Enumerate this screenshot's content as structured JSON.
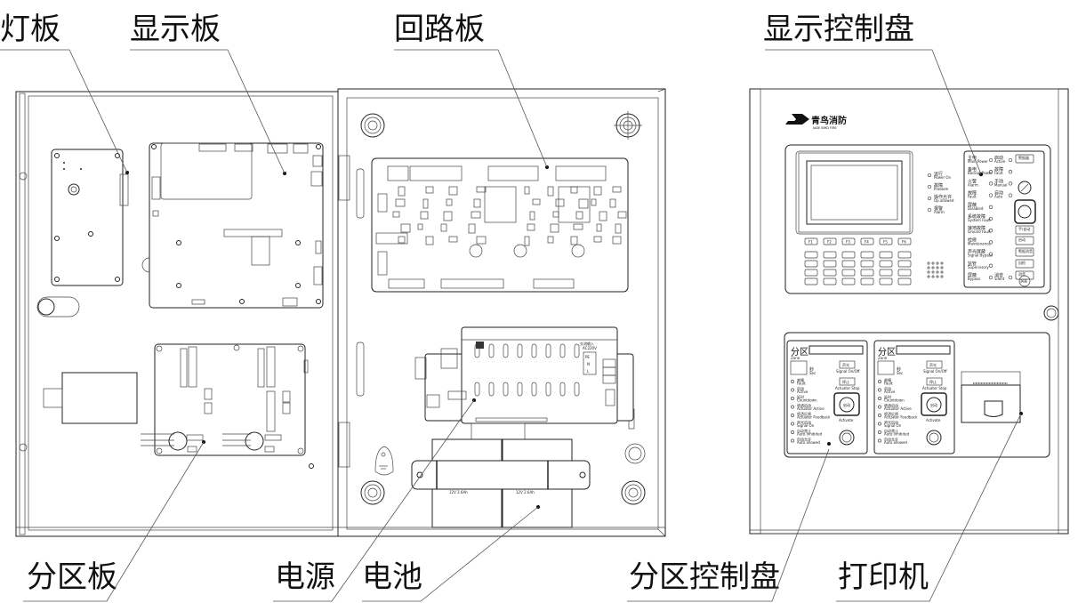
{
  "diagram": {
    "title": "Fire alarm control panel component layout",
    "callouts": {
      "light_board": "灯板",
      "display_board": "显示板",
      "loop_board": "回路板",
      "display_control_panel": "显示控制盘",
      "zone_board": "分区板",
      "power_supply": "电源",
      "battery": "电池",
      "zone_control_panel": "分区控制盘",
      "printer": "打印机"
    },
    "brand": {
      "name_cn": "青鸟消防",
      "name_en": "JADE BIRD FIRE"
    },
    "function_keys": [
      "F1",
      "F2",
      "F3",
      "F4",
      "F5",
      "F6"
    ],
    "status_leds": [
      {
        "cn": "运行",
        "en": "Power On"
      },
      {
        "cn": "故障",
        "en": "Problem"
      },
      {
        "cn": "操作允许",
        "en": "Op.allowed"
      },
      {
        "cn": "报警",
        "en": "Alarm"
      }
    ],
    "indicator_panel": {
      "left_column": [
        {
          "cn": "主电",
          "en": "Main Power"
        },
        {
          "cn": "备电",
          "en": "Backup Power"
        },
        {
          "cn": "火警",
          "en": "Alarm"
        },
        {
          "cn": "故障",
          "en": "Fault"
        },
        {
          "cn": "屏蔽",
          "en": "Disabled"
        },
        {
          "cn": "系统故障",
          "en": "System Fault"
        },
        {
          "cn": "接地故障",
          "en": "Ground Fault"
        },
        {
          "cn": "检修",
          "en": "Maintenance"
        },
        {
          "cn": "声光屏蔽",
          "en": "Signal Bypass"
        },
        {
          "cn": "监管",
          "en": "Supervisory"
        },
        {
          "cn": "屏蔽",
          "en": "Bypass"
        }
      ],
      "right_column": [
        {
          "cn": "启动",
          "en": "Active"
        },
        {
          "cn": "故障",
          "en": "Fault"
        },
        {
          "cn": "手动",
          "en": "Manual"
        },
        {
          "cn": "自动",
          "en": "Auto"
        },
        {
          "cn": "消音",
          "en": "Silent"
        }
      ],
      "buttons": [
        {
          "cn": "警报器",
          "en": "Test"
        },
        {
          "cn": "手/自动",
          "en": ""
        },
        {
          "cn": "启动",
          "en": "Start"
        },
        {
          "cn": "警报消音",
          "en": "Sil.Alarm"
        },
        {
          "cn": "自检",
          "en": "Self-test"
        },
        {
          "cn": "消音",
          "en": "Silence"
        },
        {
          "cn": "复位",
          "en": "Reset"
        },
        {
          "cn": "消音",
          "en": "Silent"
        }
      ]
    },
    "zone_panel": {
      "zone_label_cn": "分区",
      "zone_label_en": "Zone",
      "seconds_cn": "秒",
      "seconds_en": "Sec",
      "signal_button_cn": "声光",
      "signal_button_en": "Signal On/Off",
      "stop_button_cn": "停止",
      "stop_button_en": "Actuator Stop",
      "activate_label": "Activate",
      "start_key": "启动",
      "leds": [
        {
          "cn": "故障",
          "en": "Fault"
        },
        {
          "cn": "启动",
          "en": "Active"
        },
        {
          "cn": "延时",
          "en": "Countdown"
        },
        {
          "cn": "喷洒启动",
          "en": "Actuator Active"
        },
        {
          "cn": "喷洒反馈",
          "en": "Actuator Feedback"
        },
        {
          "cn": "声光启动",
          "en": "Signal On"
        },
        {
          "cn": "自动禁止",
          "en": "Auto Inhibited"
        },
        {
          "cn": "自动允许",
          "en": "Auto allowed"
        }
      ]
    },
    "power_supply": {
      "input_label": "交流输入",
      "voltage": "AC220V",
      "terminals": [
        "PE",
        "N",
        "L"
      ]
    },
    "batteries": [
      "12V 2.6Ah",
      "12V 2.6Ah"
    ]
  }
}
